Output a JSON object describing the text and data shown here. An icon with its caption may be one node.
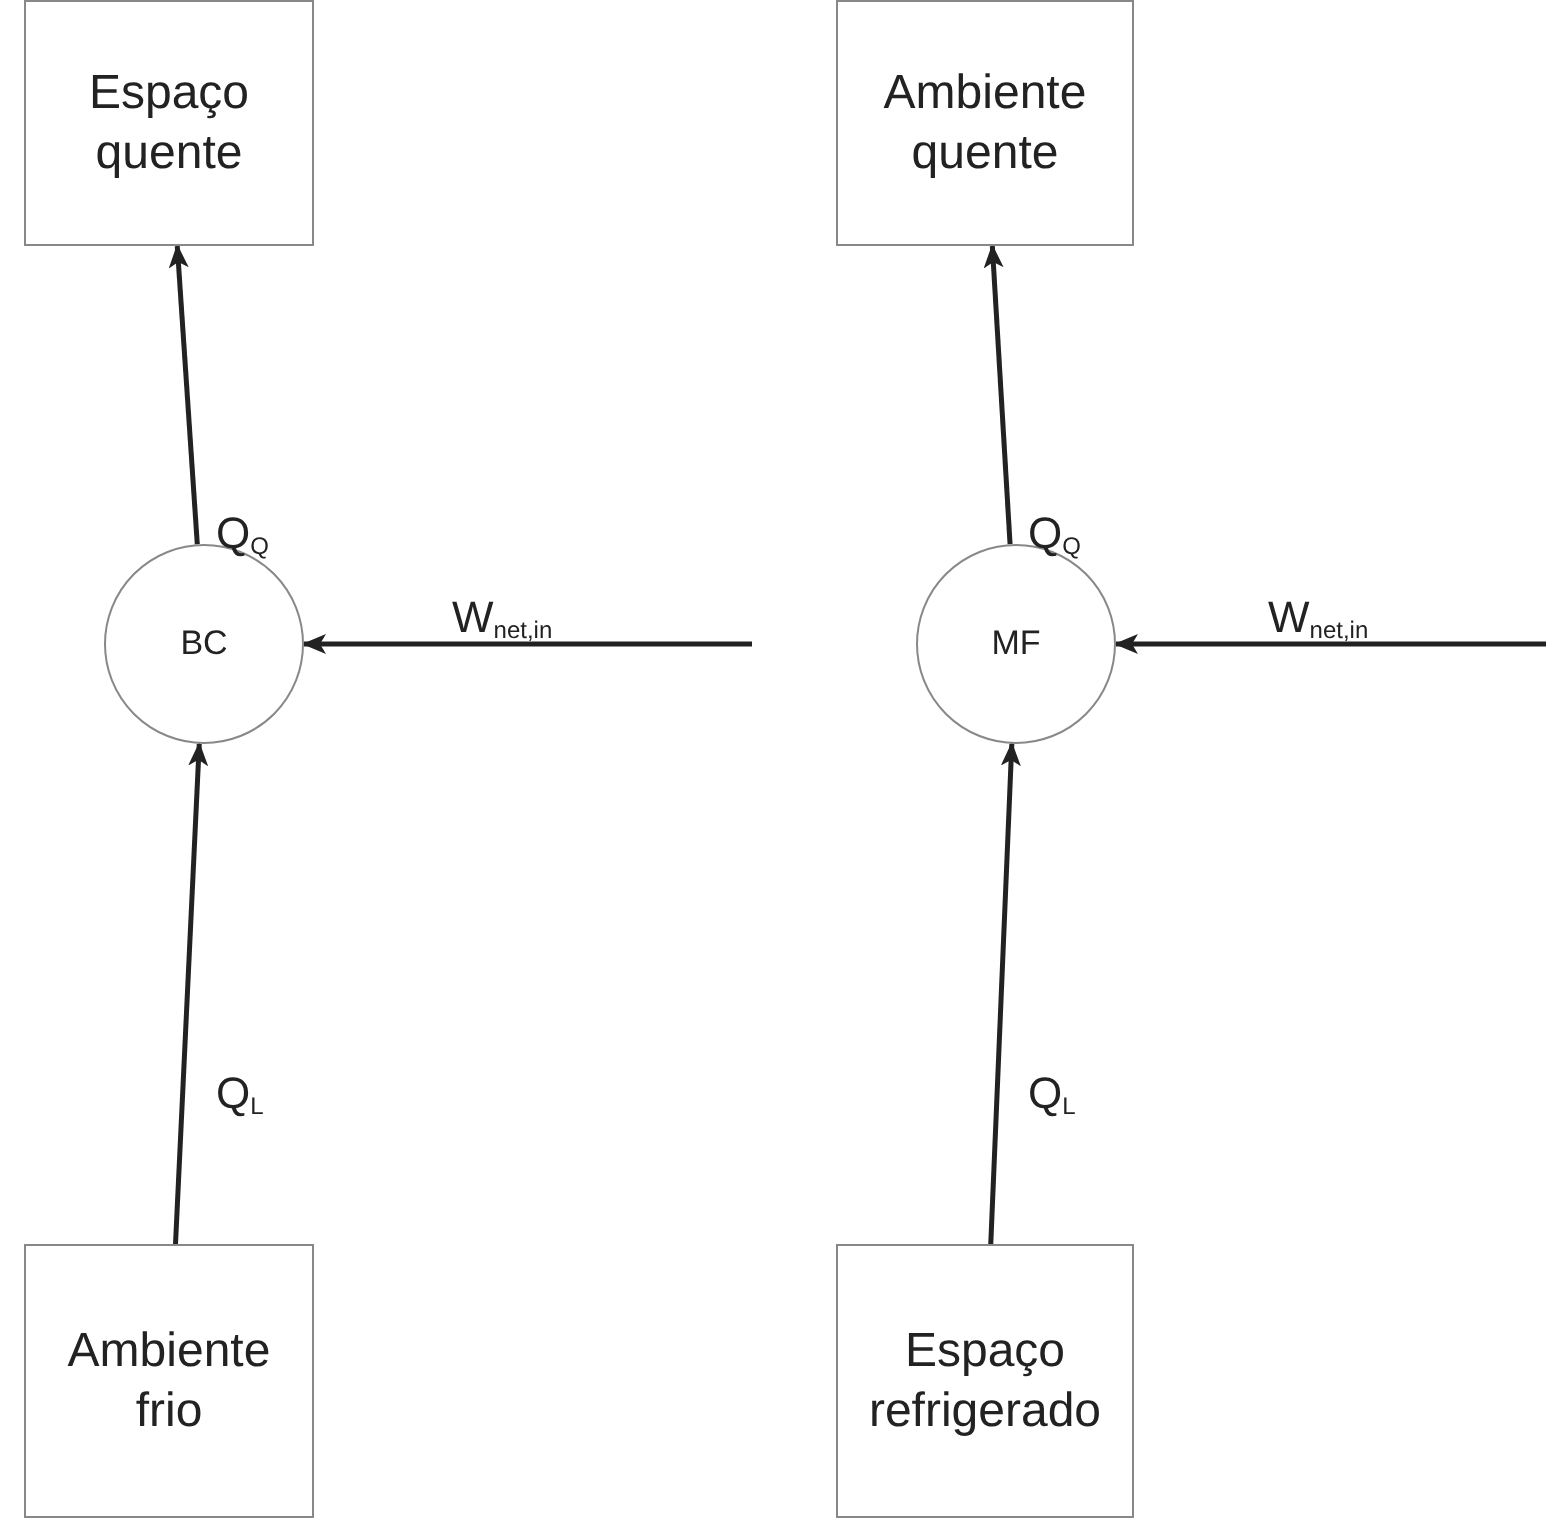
{
  "diagram": {
    "nodes": [
      {
        "text": [
          "Espaço quente"
        ]
      },
      {
        "text": [
          "Ambiente quente"
        ]
      },
      {
        "text": [
          "BC"
        ]
      },
      {
        "text": [
          "MF"
        ]
      },
      {
        "text": [
          "Ambiente frio"
        ]
      },
      {
        "text": [
          "Espaço refrigerado"
        ]
      }
    ],
    "edges": [
      {
        "from": 2,
        "to": 0,
        "arrow": "to",
        "label": "Q$_{Q}$"
      },
      {
        "from": null,
        "to": 2,
        "arrow": "to",
        "label": "W$_{net,in}$"
      },
      {
        "from": 4,
        "to": 2,
        "arrow": "to",
        "label": "Q$_{L}$"
      },
      {
        "from": 3,
        "to": 1,
        "arrow": "to",
        "label": "Q$_{Q}$"
      },
      {
        "from": null,
        "to": 3,
        "arrow": "to",
        "label": "W$_{net,in}$"
      },
      {
        "from": 5,
        "to": 3,
        "arrow": "to",
        "label": "Q$_{L}$"
      }
    ]
  }
}
